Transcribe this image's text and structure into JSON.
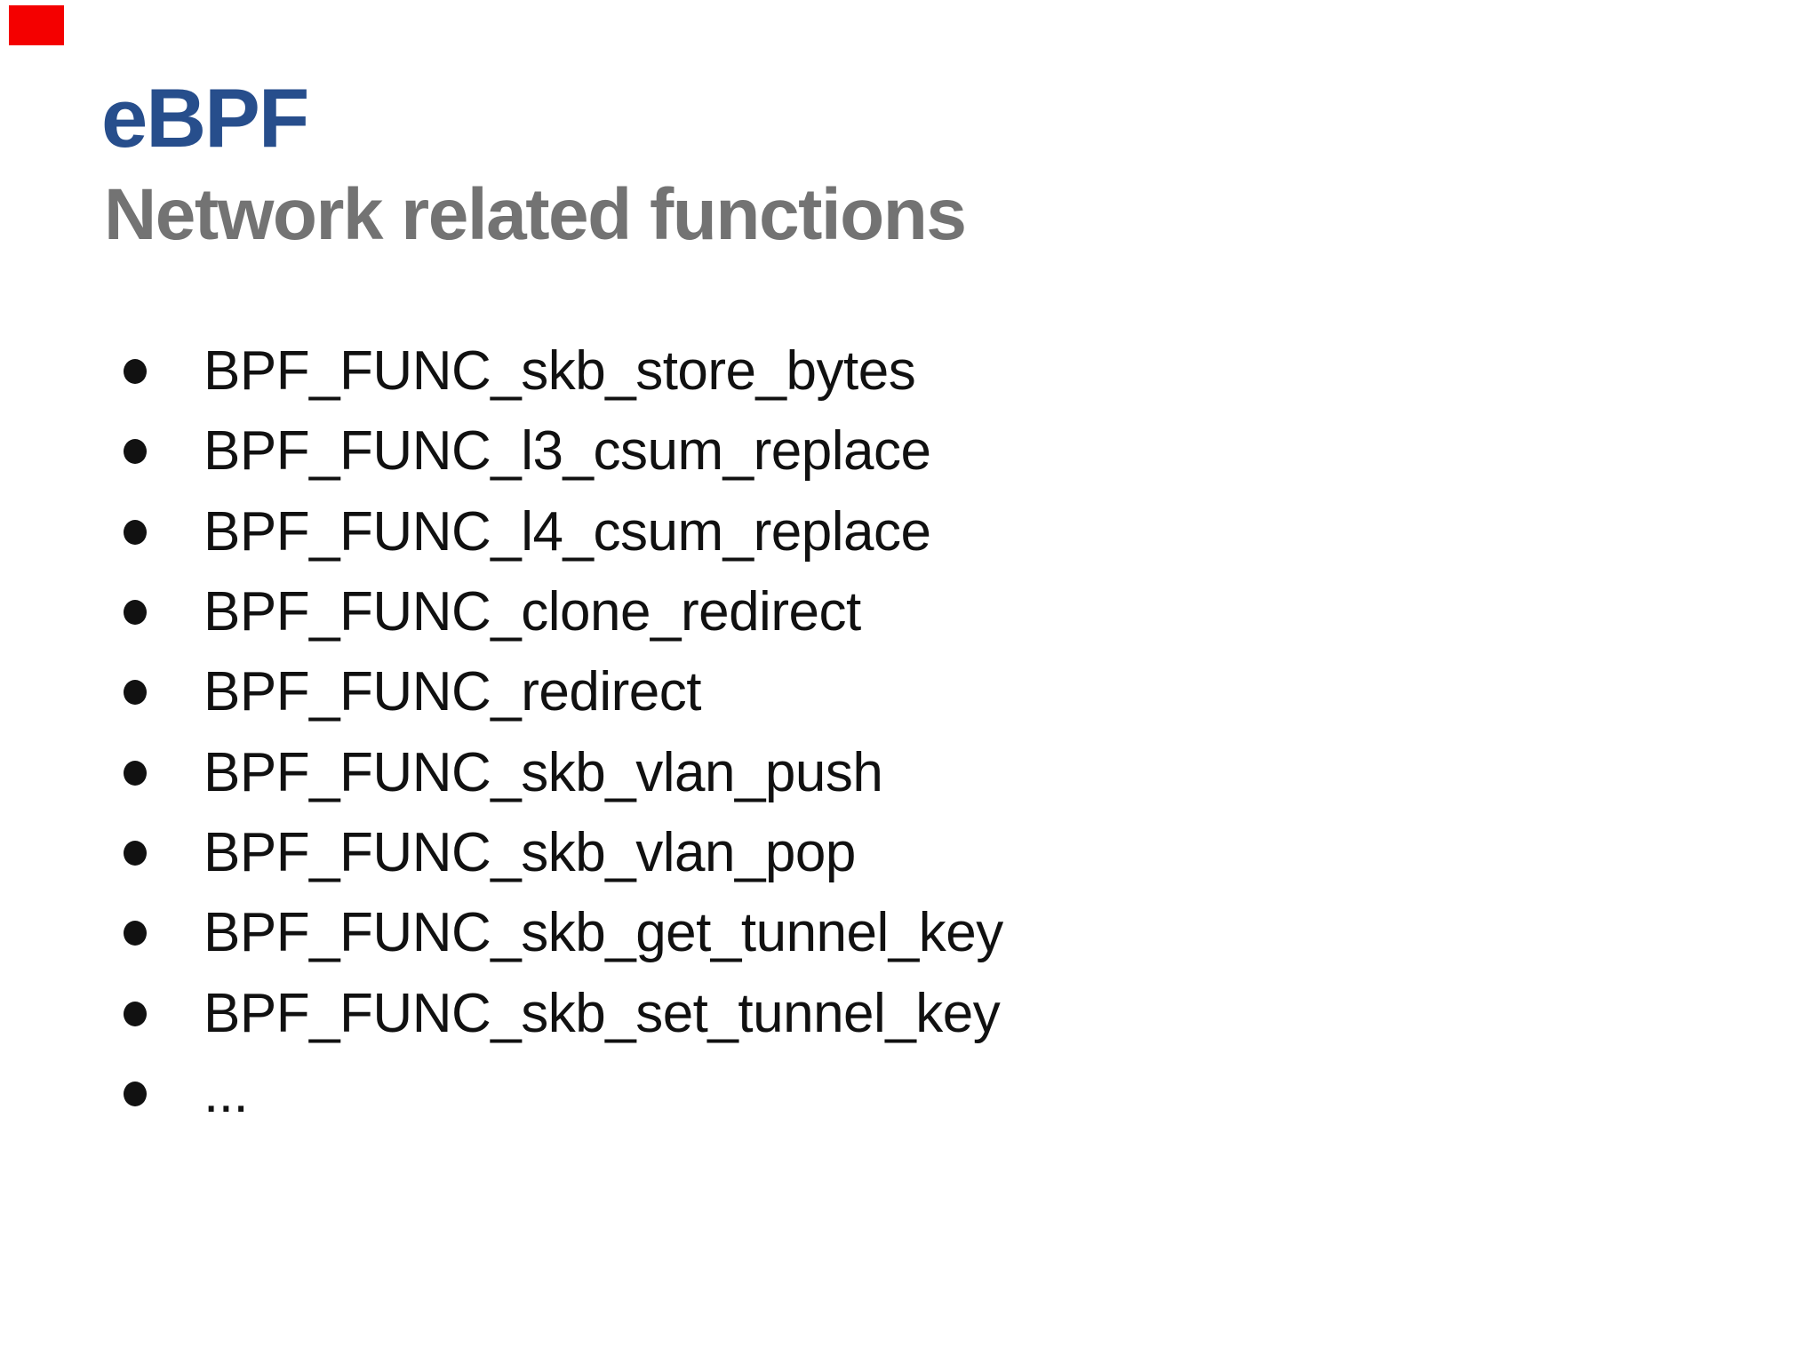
{
  "slide": {
    "title": "eBPF",
    "subtitle": "Network related functions",
    "bullets": [
      "BPF_FUNC_skb_store_bytes",
      "BPF_FUNC_l3_csum_replace",
      "BPF_FUNC_l4_csum_replace",
      "BPF_FUNC_clone_redirect",
      "BPF_FUNC_redirect",
      "BPF_FUNC_skb_vlan_push",
      "BPF_FUNC_skb_vlan_pop",
      "BPF_FUNC_skb_get_tunnel_key",
      "BPF_FUNC_skb_set_tunnel_key",
      "..."
    ]
  },
  "icons": {
    "bullet": "filled-circle",
    "corner_marker": "red-rectangle"
  },
  "colors": {
    "title_blue": "#274e8c",
    "subtitle_gray": "#737373",
    "text_black": "#111111",
    "marker_red": "#f40000",
    "background": "#ffffff"
  }
}
